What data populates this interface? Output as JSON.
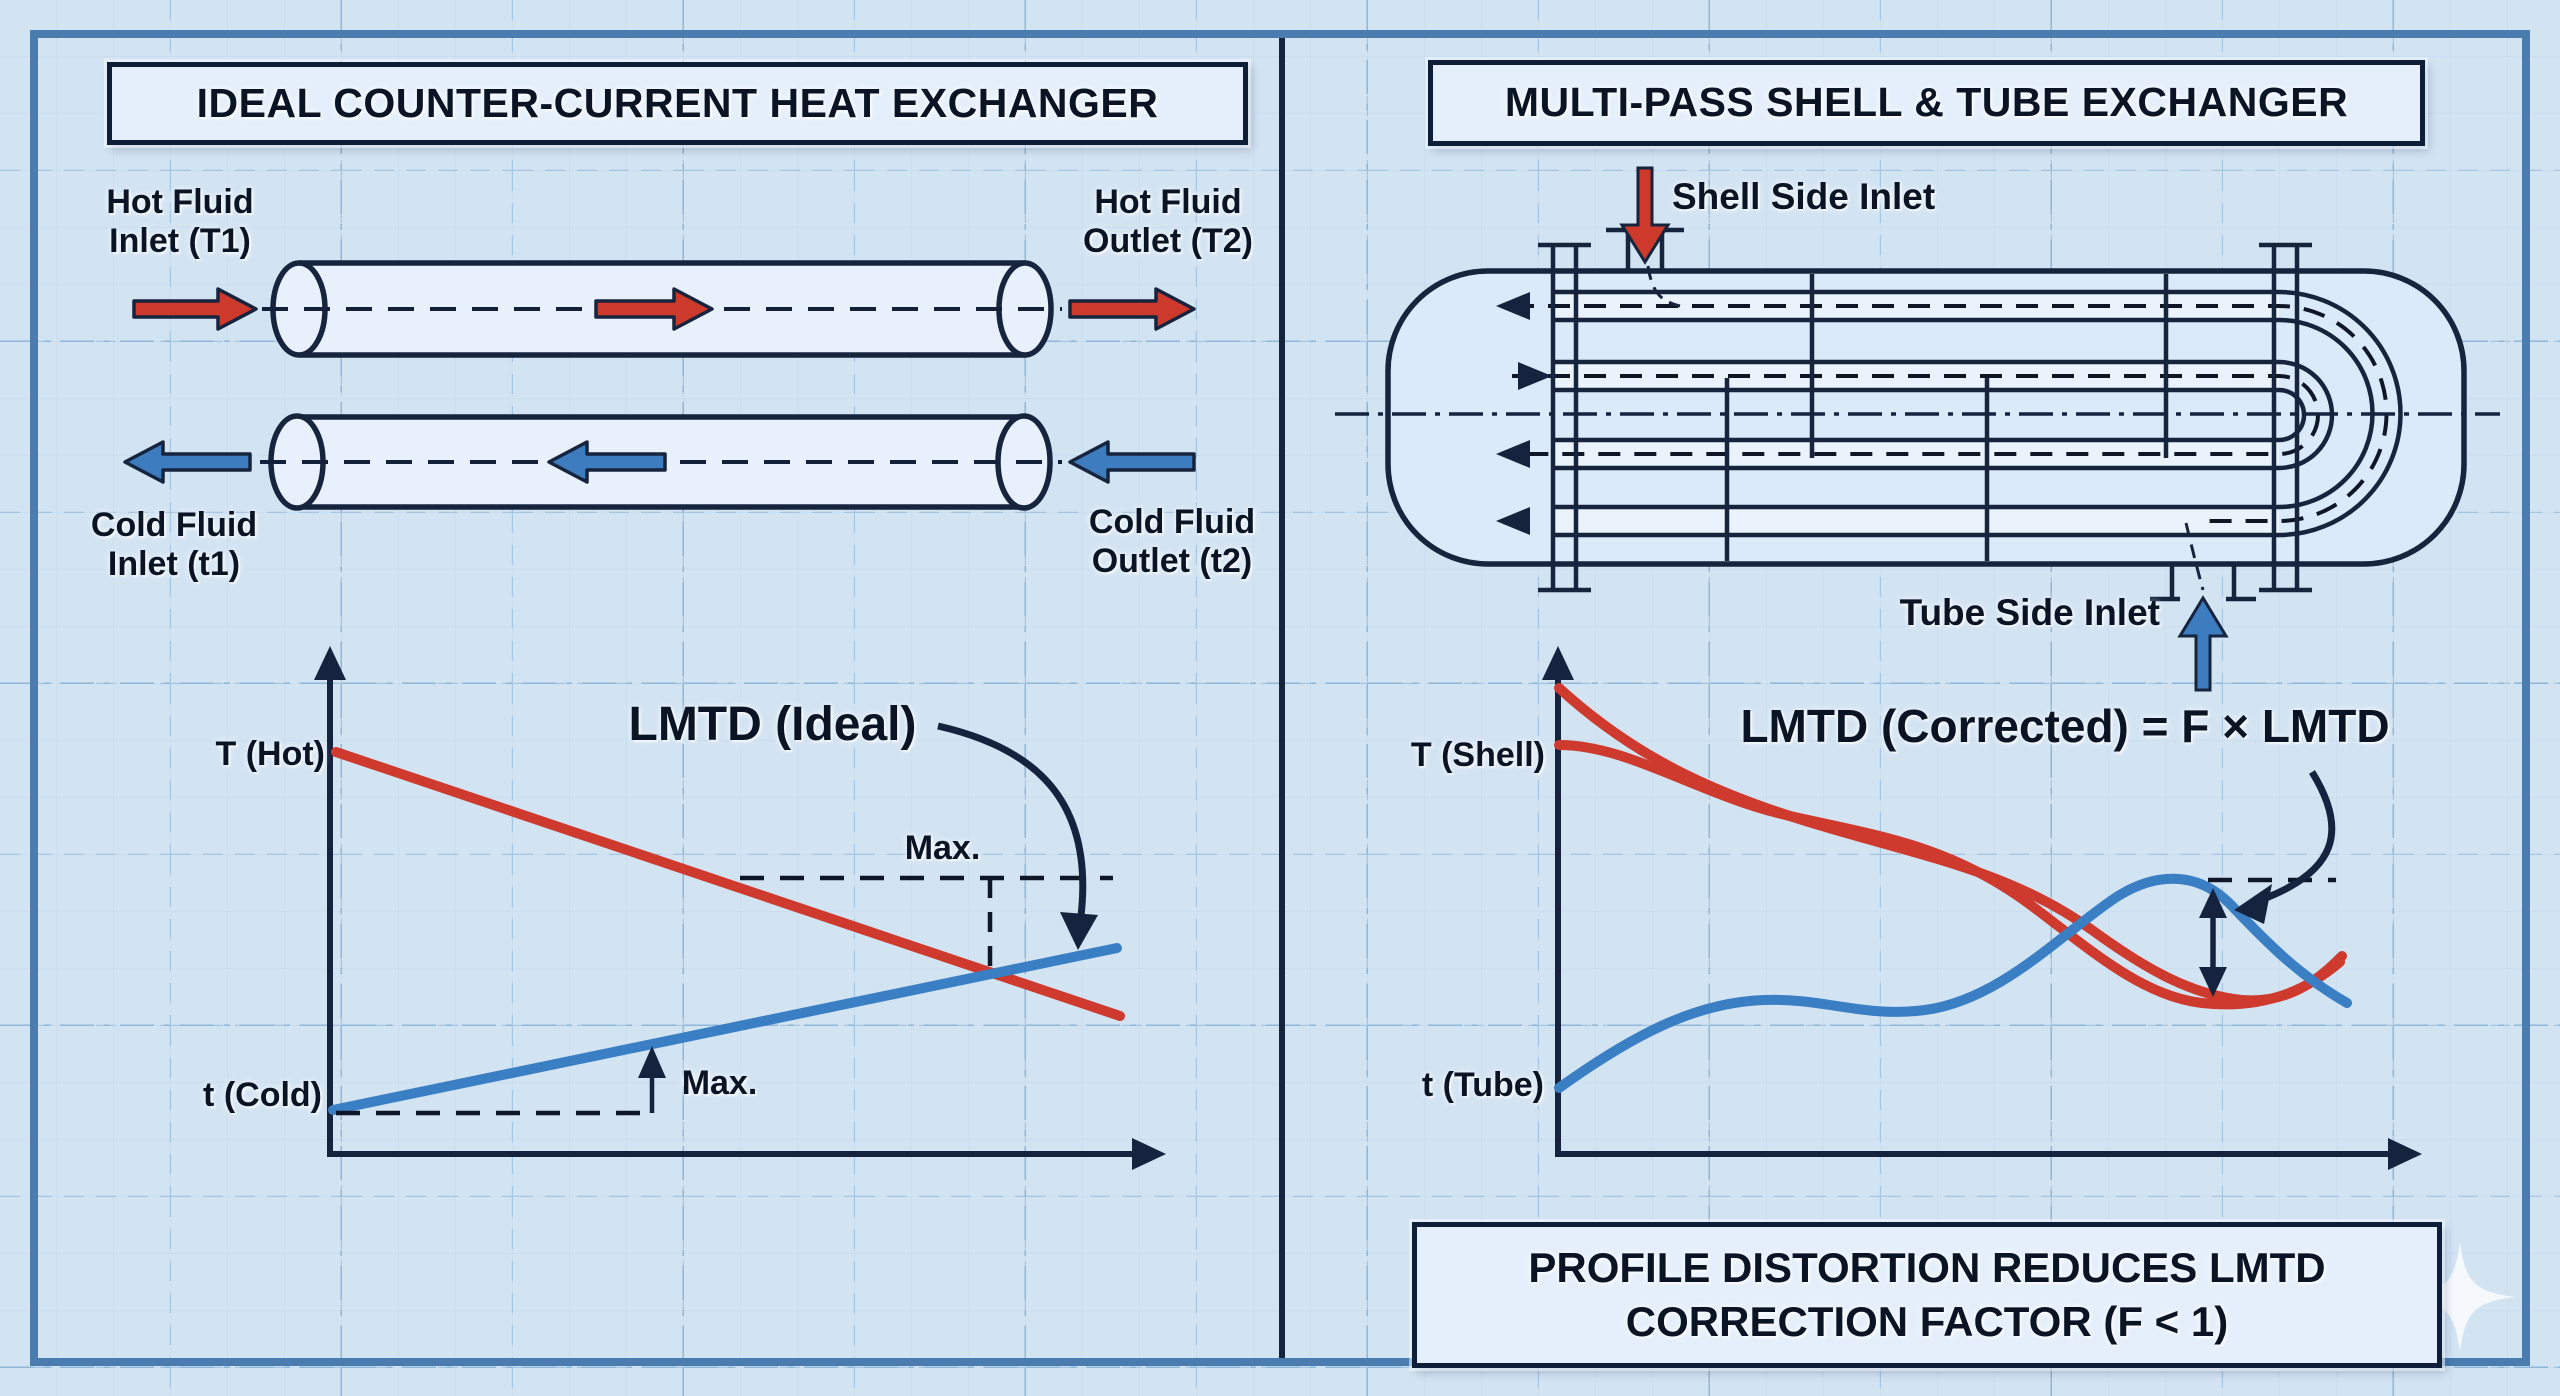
{
  "app": {
    "kind": "engineering blueprint diagram",
    "topic": "heat exchanger LMTD comparison"
  },
  "colors": {
    "background": "#d2e3f2",
    "grid_minor": "#c6dcef",
    "grid_major": "#a5c6e2",
    "frame": "#4a7cb0",
    "ink_navy": "#16243e",
    "hot_red": "#cf3a2e",
    "cold_blue": "#3a7ec4",
    "text": "#0b1424",
    "box_fill": "#e4effb"
  },
  "left_panel": {
    "title": "IDEAL COUNTER-CURRENT HEAT EXCHANGER",
    "hot_inlet_label": "Hot Fluid\nInlet (T1)",
    "hot_outlet_label": "Hot Fluid\nOutlet (T2)",
    "cold_inlet_label": "Cold Fluid\nInlet (t1)",
    "cold_outlet_label": "Cold Fluid\nOutlet (t2)",
    "graph": {
      "y_top_label": "T (Hot)",
      "y_bottom_label": "t (Cold)",
      "annotation": "LMTD (Ideal)",
      "max_upper": "Max.",
      "max_lower": "Max."
    }
  },
  "right_panel": {
    "title": "MULTI-PASS SHELL & TUBE EXCHANGER",
    "shell_inlet_label": "Shell Side Inlet",
    "tube_inlet_label": "Tube Side Inlet",
    "graph": {
      "y_top_label": "T (Shell)",
      "y_bottom_label": "t (Tube)",
      "annotation": "LMTD (Corrected) = F × LMTD"
    },
    "footer": "PROFILE DISTORTION REDUCES LMTD\nCORRECTION FACTOR (F < 1)"
  },
  "chart_data": [
    {
      "type": "line",
      "position": "left-panel",
      "title": "Ideal counter-current temperature profiles",
      "xlabel": "(unlabeled length axis)",
      "ylabel": "(unlabeled temperature axis)",
      "axis_ticks": "none",
      "grid": false,
      "series": [
        {
          "name": "T (Hot)",
          "color": "#cf3a2e",
          "x": [
            0,
            1
          ],
          "y_norm": [
            0.92,
            0.3
          ]
        },
        {
          "name": "t (Cold)",
          "color": "#3a7ec4",
          "x": [
            0,
            1
          ],
          "y_norm": [
            0.1,
            0.48
          ]
        }
      ],
      "annotations": [
        "LMTD (Ideal)",
        "Max.",
        "Max."
      ]
    },
    {
      "type": "line",
      "position": "right-panel",
      "title": "Multi-pass distorted temperature profiles",
      "xlabel": "(unlabeled length axis)",
      "ylabel": "(unlabeled temperature axis)",
      "axis_ticks": "none",
      "grid": false,
      "series": [
        {
          "name": "T (Shell) pass A",
          "color": "#cf3a2e",
          "x": [
            0,
            0.3,
            0.55,
            0.8,
            1
          ],
          "y_norm": [
            0.95,
            0.7,
            0.52,
            0.3,
            0.41
          ]
        },
        {
          "name": "T (Shell) pass B",
          "color": "#cf3a2e",
          "x": [
            0,
            0.3,
            0.55,
            0.8,
            1
          ],
          "y_norm": [
            0.83,
            0.72,
            0.55,
            0.31,
            0.4
          ]
        },
        {
          "name": "t (Tube)",
          "color": "#3a7ec4",
          "x": [
            0,
            0.2,
            0.45,
            0.62,
            0.77,
            1
          ],
          "y_norm": [
            0.14,
            0.31,
            0.29,
            0.55,
            0.57,
            0.31
          ]
        }
      ],
      "annotations": [
        "LMTD (Corrected) = F × LMTD"
      ]
    }
  ]
}
